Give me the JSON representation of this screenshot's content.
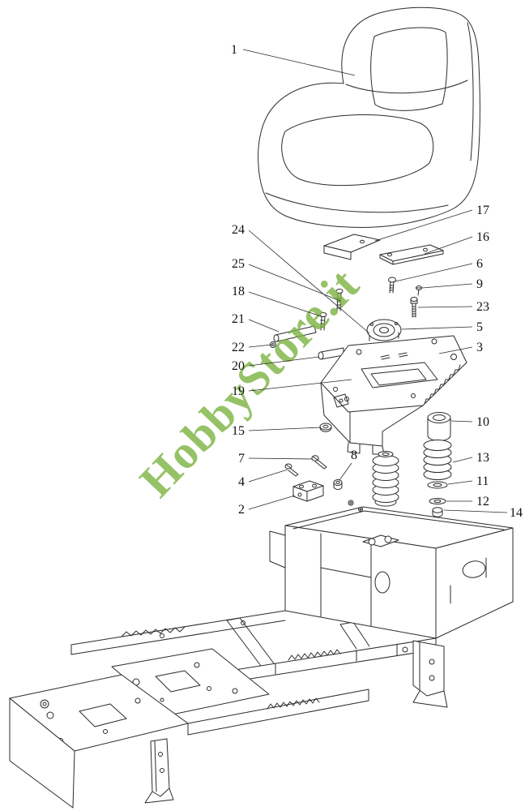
{
  "watermark": {
    "text": "HobbyStore.it",
    "color": "#7cb342"
  },
  "colors": {
    "background": "#ffffff",
    "line": "#2b2b2b"
  },
  "callouts": [
    "1",
    "2",
    "3",
    "4",
    "5",
    "6",
    "7",
    "8",
    "9",
    "10",
    "11",
    "12",
    "13",
    "14",
    "15",
    "16",
    "17",
    "18",
    "19",
    "20",
    "21",
    "22",
    "23",
    "24",
    "25"
  ]
}
